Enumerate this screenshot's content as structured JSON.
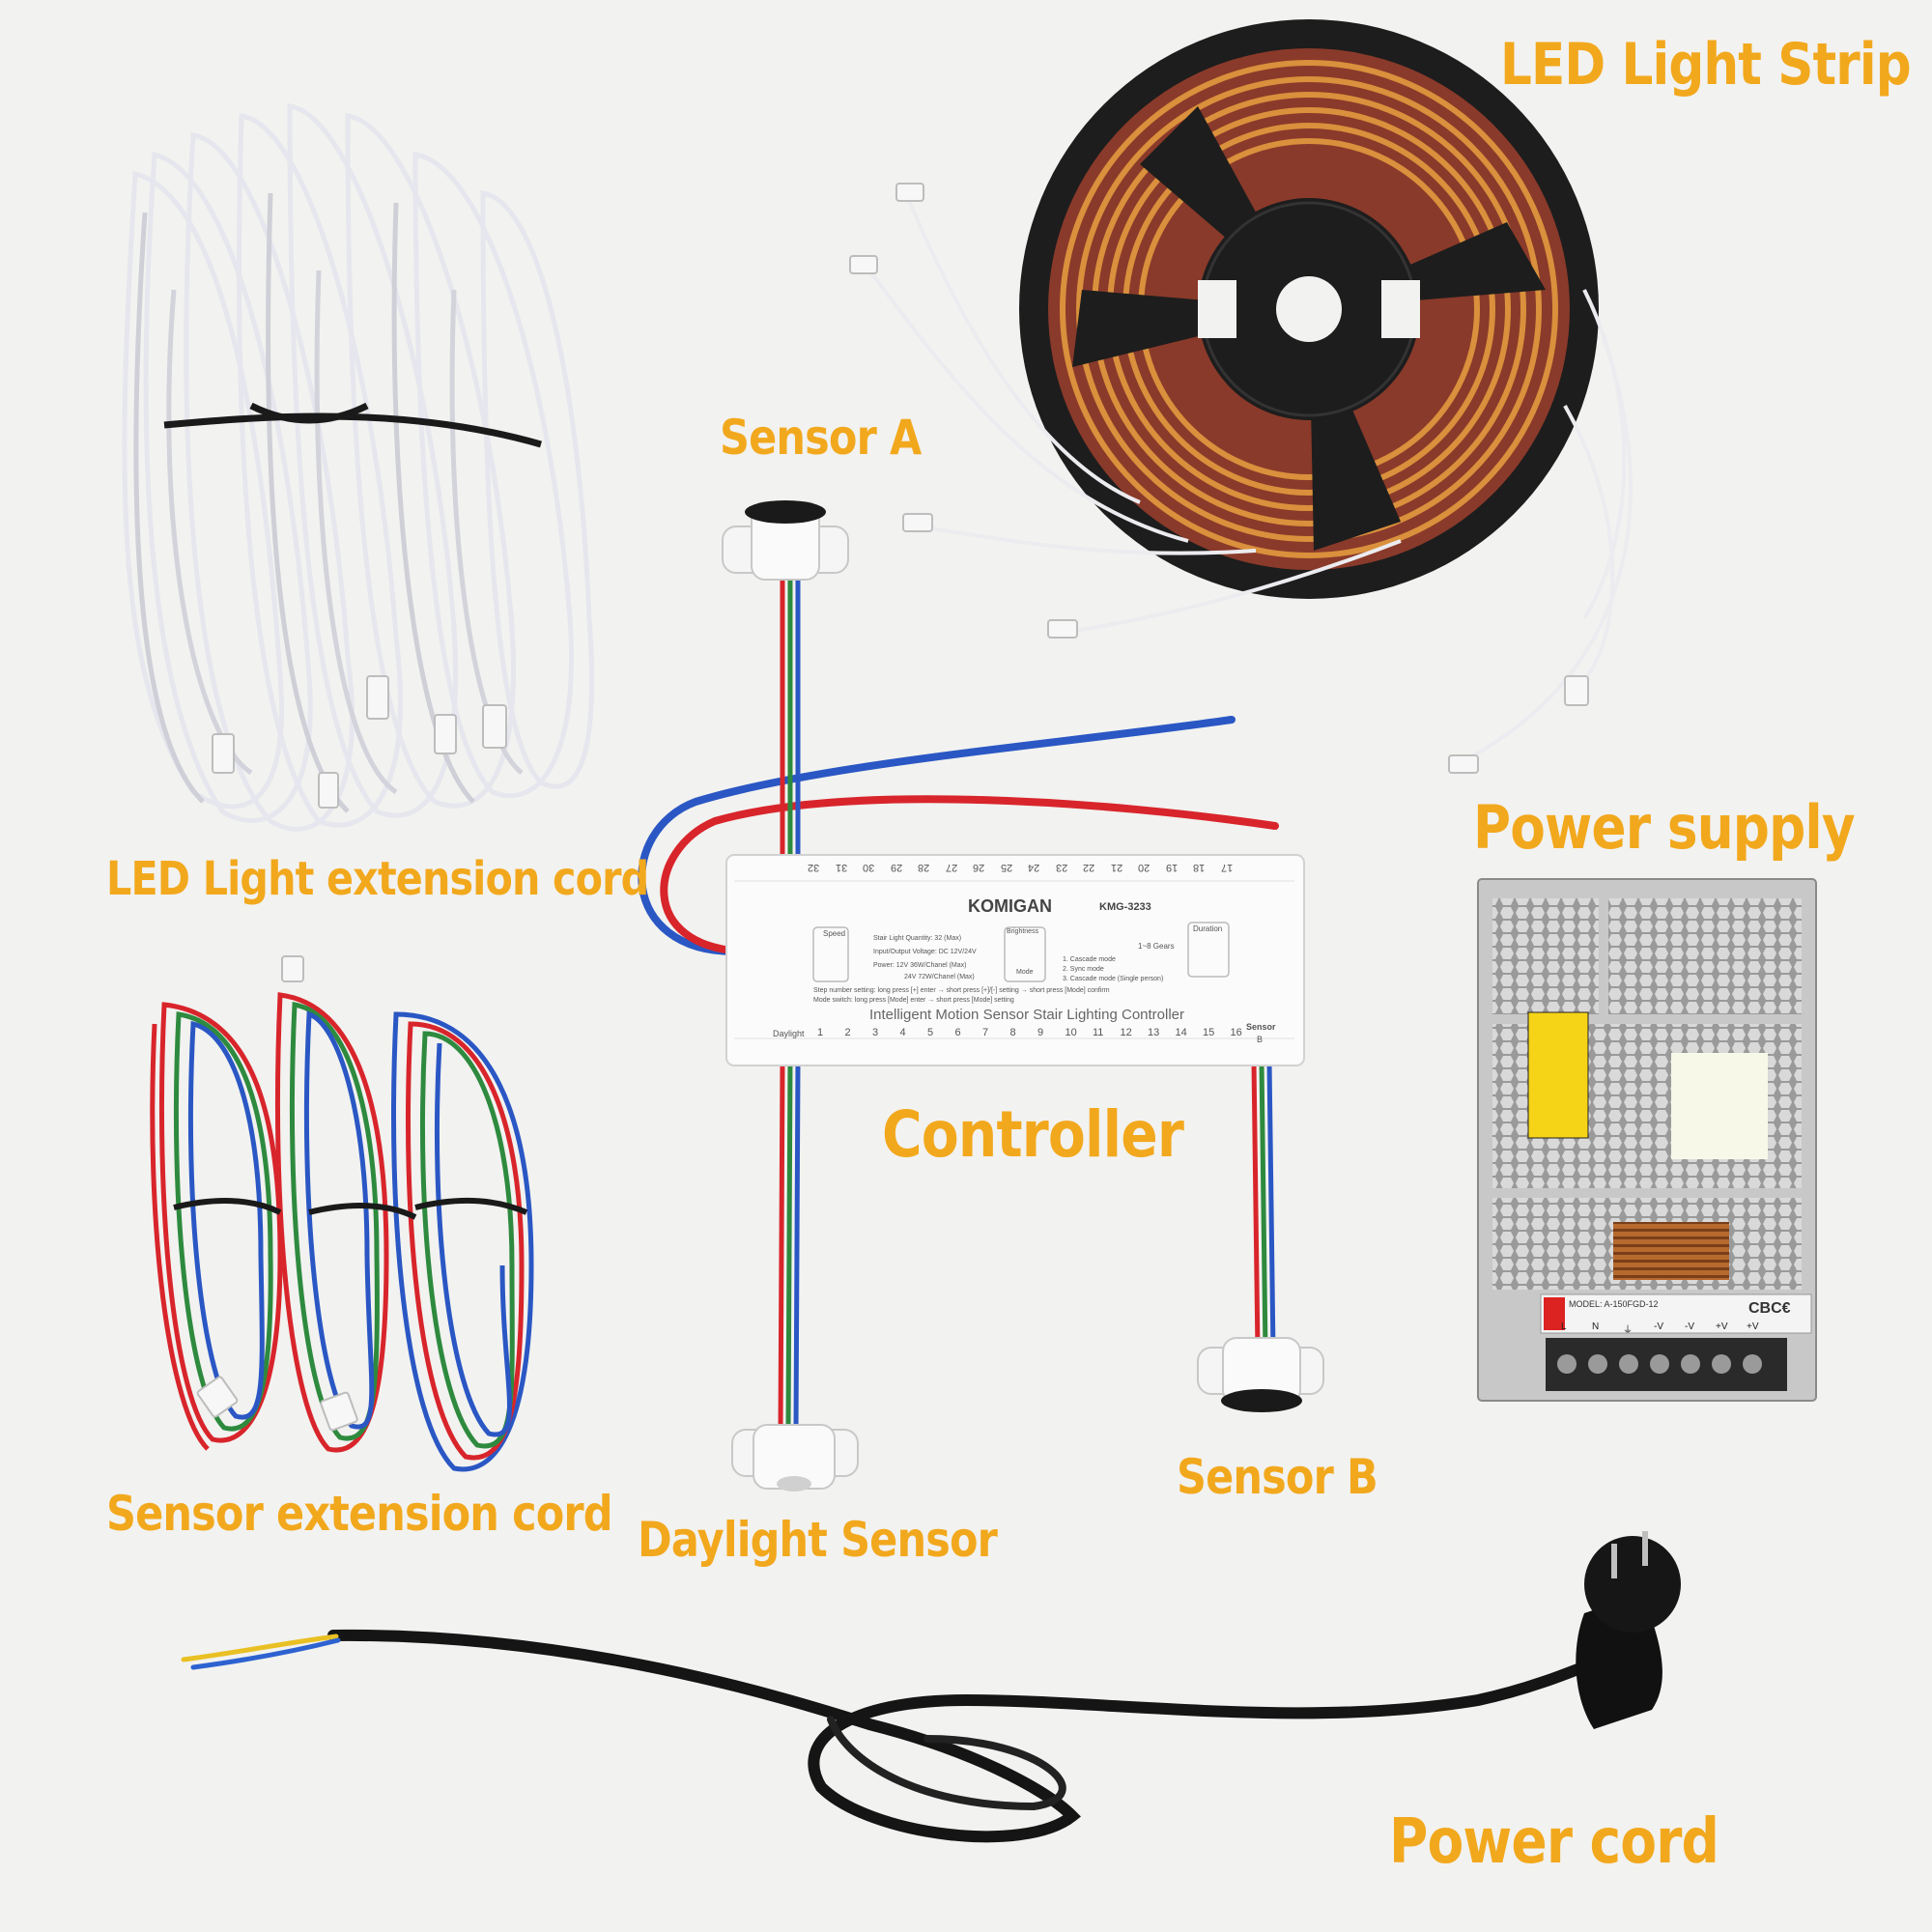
{
  "labels": {
    "led_strip": "LED Light Strip",
    "sensor_a": "Sensor A",
    "led_ext_cord": "LED  Light extension cord",
    "power_supply": "Power supply",
    "sensor_ext_cord": "Sensor extension cord",
    "controller": "Controller",
    "sensor_b": "Sensor B",
    "daylight_sensor": "Daylight Sensor",
    "power_cord": "Power cord"
  },
  "controller": {
    "brand": "KOMIGAN",
    "model": "KMG-3233",
    "title": "Intelligent Motion Sensor Stair Lighting Controller",
    "speed": "Speed",
    "brightness": "Brightness",
    "mode": "Mode",
    "duration": "Duration",
    "gears": "1~8 Gears",
    "sensor": "Sensor",
    "daylight": "Daylight",
    "sensor_b": "B",
    "spec_line_1": "Stair Light Quantity: 32 (Max)",
    "spec_line_2": "Input/Output Voltage: DC 12V/24V",
    "spec_line_3": "Power: 12V 36W/Chanel (Max)",
    "spec_line_4": "24V 72W/Chanel (Max)",
    "mode_1": "1. Cascade mode",
    "mode_2": "2. Sync mode",
    "mode_3": "3. Cascade mode (Single person)",
    "setting_1": "Step number setting: long press [+] enter → short press [+]/[-] setting → short press [Mode] confirm",
    "setting_2": "Mode switch: long press [Mode] enter → short press [Mode] setting",
    "bottom_channels": [
      "1",
      "2",
      "3",
      "4",
      "5",
      "6",
      "7",
      "8",
      "9",
      "10",
      "11",
      "12",
      "13",
      "14",
      "15",
      "16"
    ],
    "top_channels": [
      "32",
      "31",
      "30",
      "29",
      "28",
      "27",
      "26",
      "25",
      "24",
      "23",
      "22",
      "21",
      "20",
      "19",
      "18",
      "17"
    ]
  },
  "power_supply": {
    "model_line": "MODEL: A-150FGD-12",
    "certs": "CBC€",
    "terminals": [
      "L",
      "N",
      "⏚",
      "-V",
      "-V",
      "+V",
      "+V"
    ]
  },
  "colors": {
    "label": "#f2a81d",
    "background": "#f2f2f0",
    "wire_red": "#d8252b",
    "wire_blue": "#2a57c4",
    "wire_green": "#2e8a3e",
    "reel": "#1d1d1d",
    "led_amber": "#e8a040"
  }
}
